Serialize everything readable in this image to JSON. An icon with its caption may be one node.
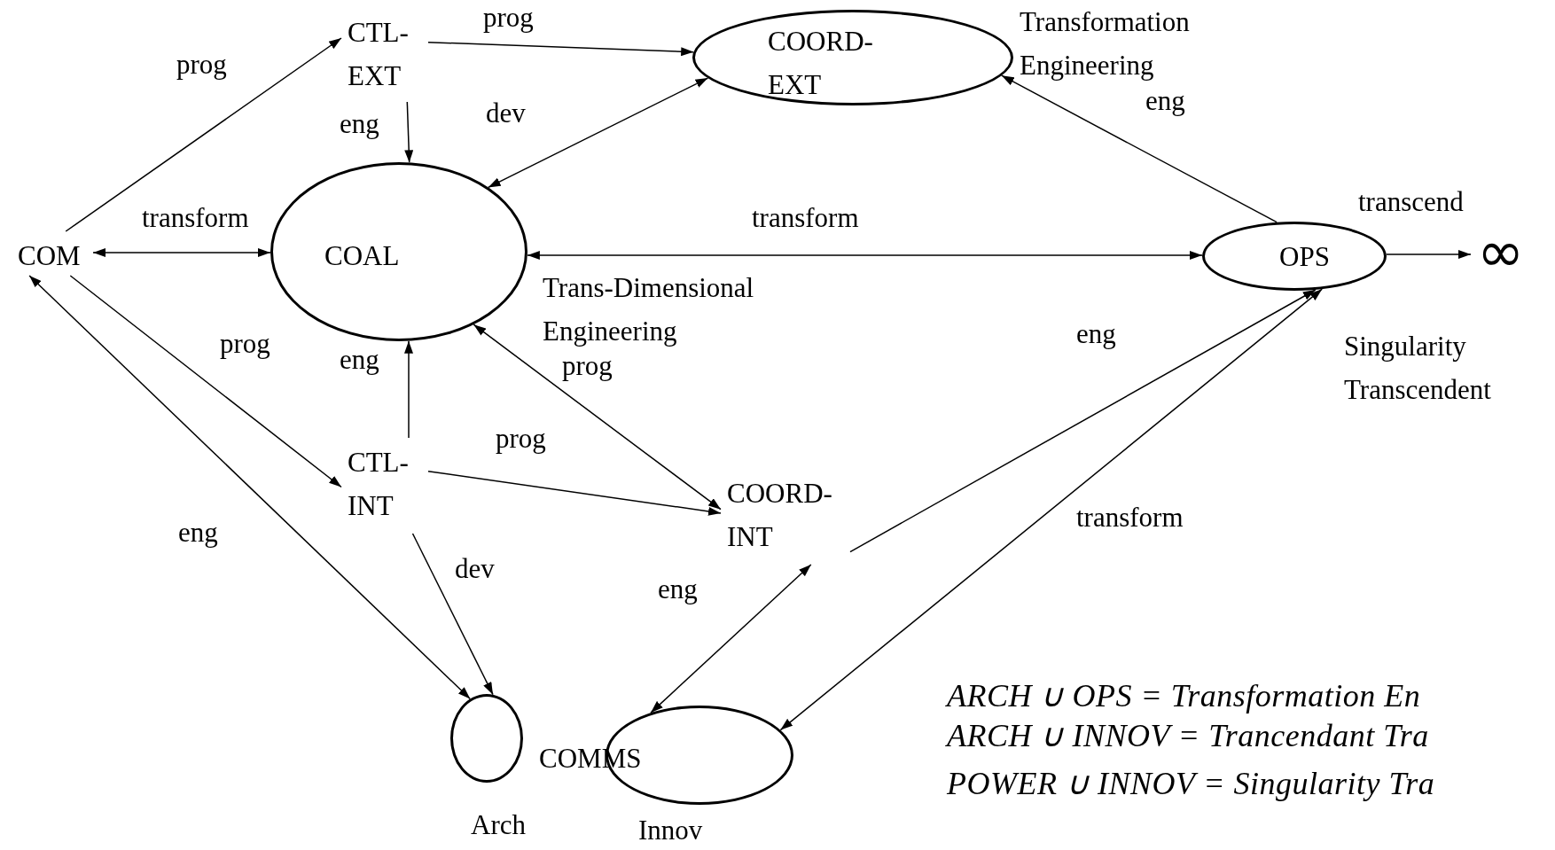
{
  "diagram": {
    "nodes": [
      {
        "text": [
          "COM"
        ]
      },
      {
        "text": [
          "CTL- EXT"
        ]
      },
      {
        "text": [
          "COORD- EXT"
        ],
        "beside": [
          "Transformation Engineering"
        ]
      },
      {
        "text": [
          "COAL"
        ],
        "beside": [
          "Trans-Dimensional Engineering"
        ]
      },
      {
        "text": [
          "OPS"
        ],
        "beside": [
          "Singularity Transcendent"
        ]
      },
      {
        "text": [
          "∞"
        ]
      },
      {
        "text": [
          "CTL- INT"
        ]
      },
      {
        "text": [
          "COORD- INT"
        ]
      },
      {
        "text": [
          "Arch"
        ]
      },
      {
        "text": [
          "Innov"
        ]
      }
    ],
    "edges": [
      {
        "from": 0,
        "to": 1,
        "arrow": "to",
        "label": "prog"
      },
      {
        "from": 1,
        "to": 2,
        "arrow": "to",
        "label": "prog"
      },
      {
        "from": 1,
        "to": 3,
        "arrow": "to",
        "label": "eng"
      },
      {
        "from": 2,
        "to": 3,
        "arrow": "both",
        "label": "dev"
      },
      {
        "from": 0,
        "to": 3,
        "arrow": "both",
        "label": "transform"
      },
      {
        "from": 3,
        "to": 4,
        "arrow": "both",
        "label": "transform"
      },
      {
        "from": 4,
        "to": 2,
        "arrow": "to",
        "label": "eng"
      },
      {
        "from": 4,
        "to": 5,
        "arrow": "to",
        "label": "transcend"
      },
      {
        "from": 0,
        "to": 6,
        "arrow": "to",
        "label": "prog"
      },
      {
        "from": 6,
        "to": 3,
        "arrow": "to",
        "label": "eng"
      },
      {
        "from": 7,
        "to": 3,
        "arrow": "both",
        "label": "prog"
      },
      {
        "from": 6,
        "to": 7,
        "arrow": "to",
        "label": "prog"
      },
      {
        "from": 0,
        "to": 8,
        "arrow": "both",
        "label": "eng"
      },
      {
        "from": 6,
        "to": 8,
        "arrow": "to",
        "label": "dev"
      },
      {
        "from": 7,
        "to": 9,
        "arrow": "both",
        "label": "eng"
      },
      {
        "from": 7,
        "to": 4,
        "arrow": "to",
        "label": "eng"
      },
      {
        "from": 4,
        "to": 9,
        "arrow": "both",
        "label": "transform"
      }
    ],
    "labels": [
      "COMMS",
      "ARCH ∪ OPS = Transformation En",
      "ARCH ∪ INNOV = Trancendant Tra",
      "POWER ∪ INNOV = Singularity Tra"
    ]
  }
}
